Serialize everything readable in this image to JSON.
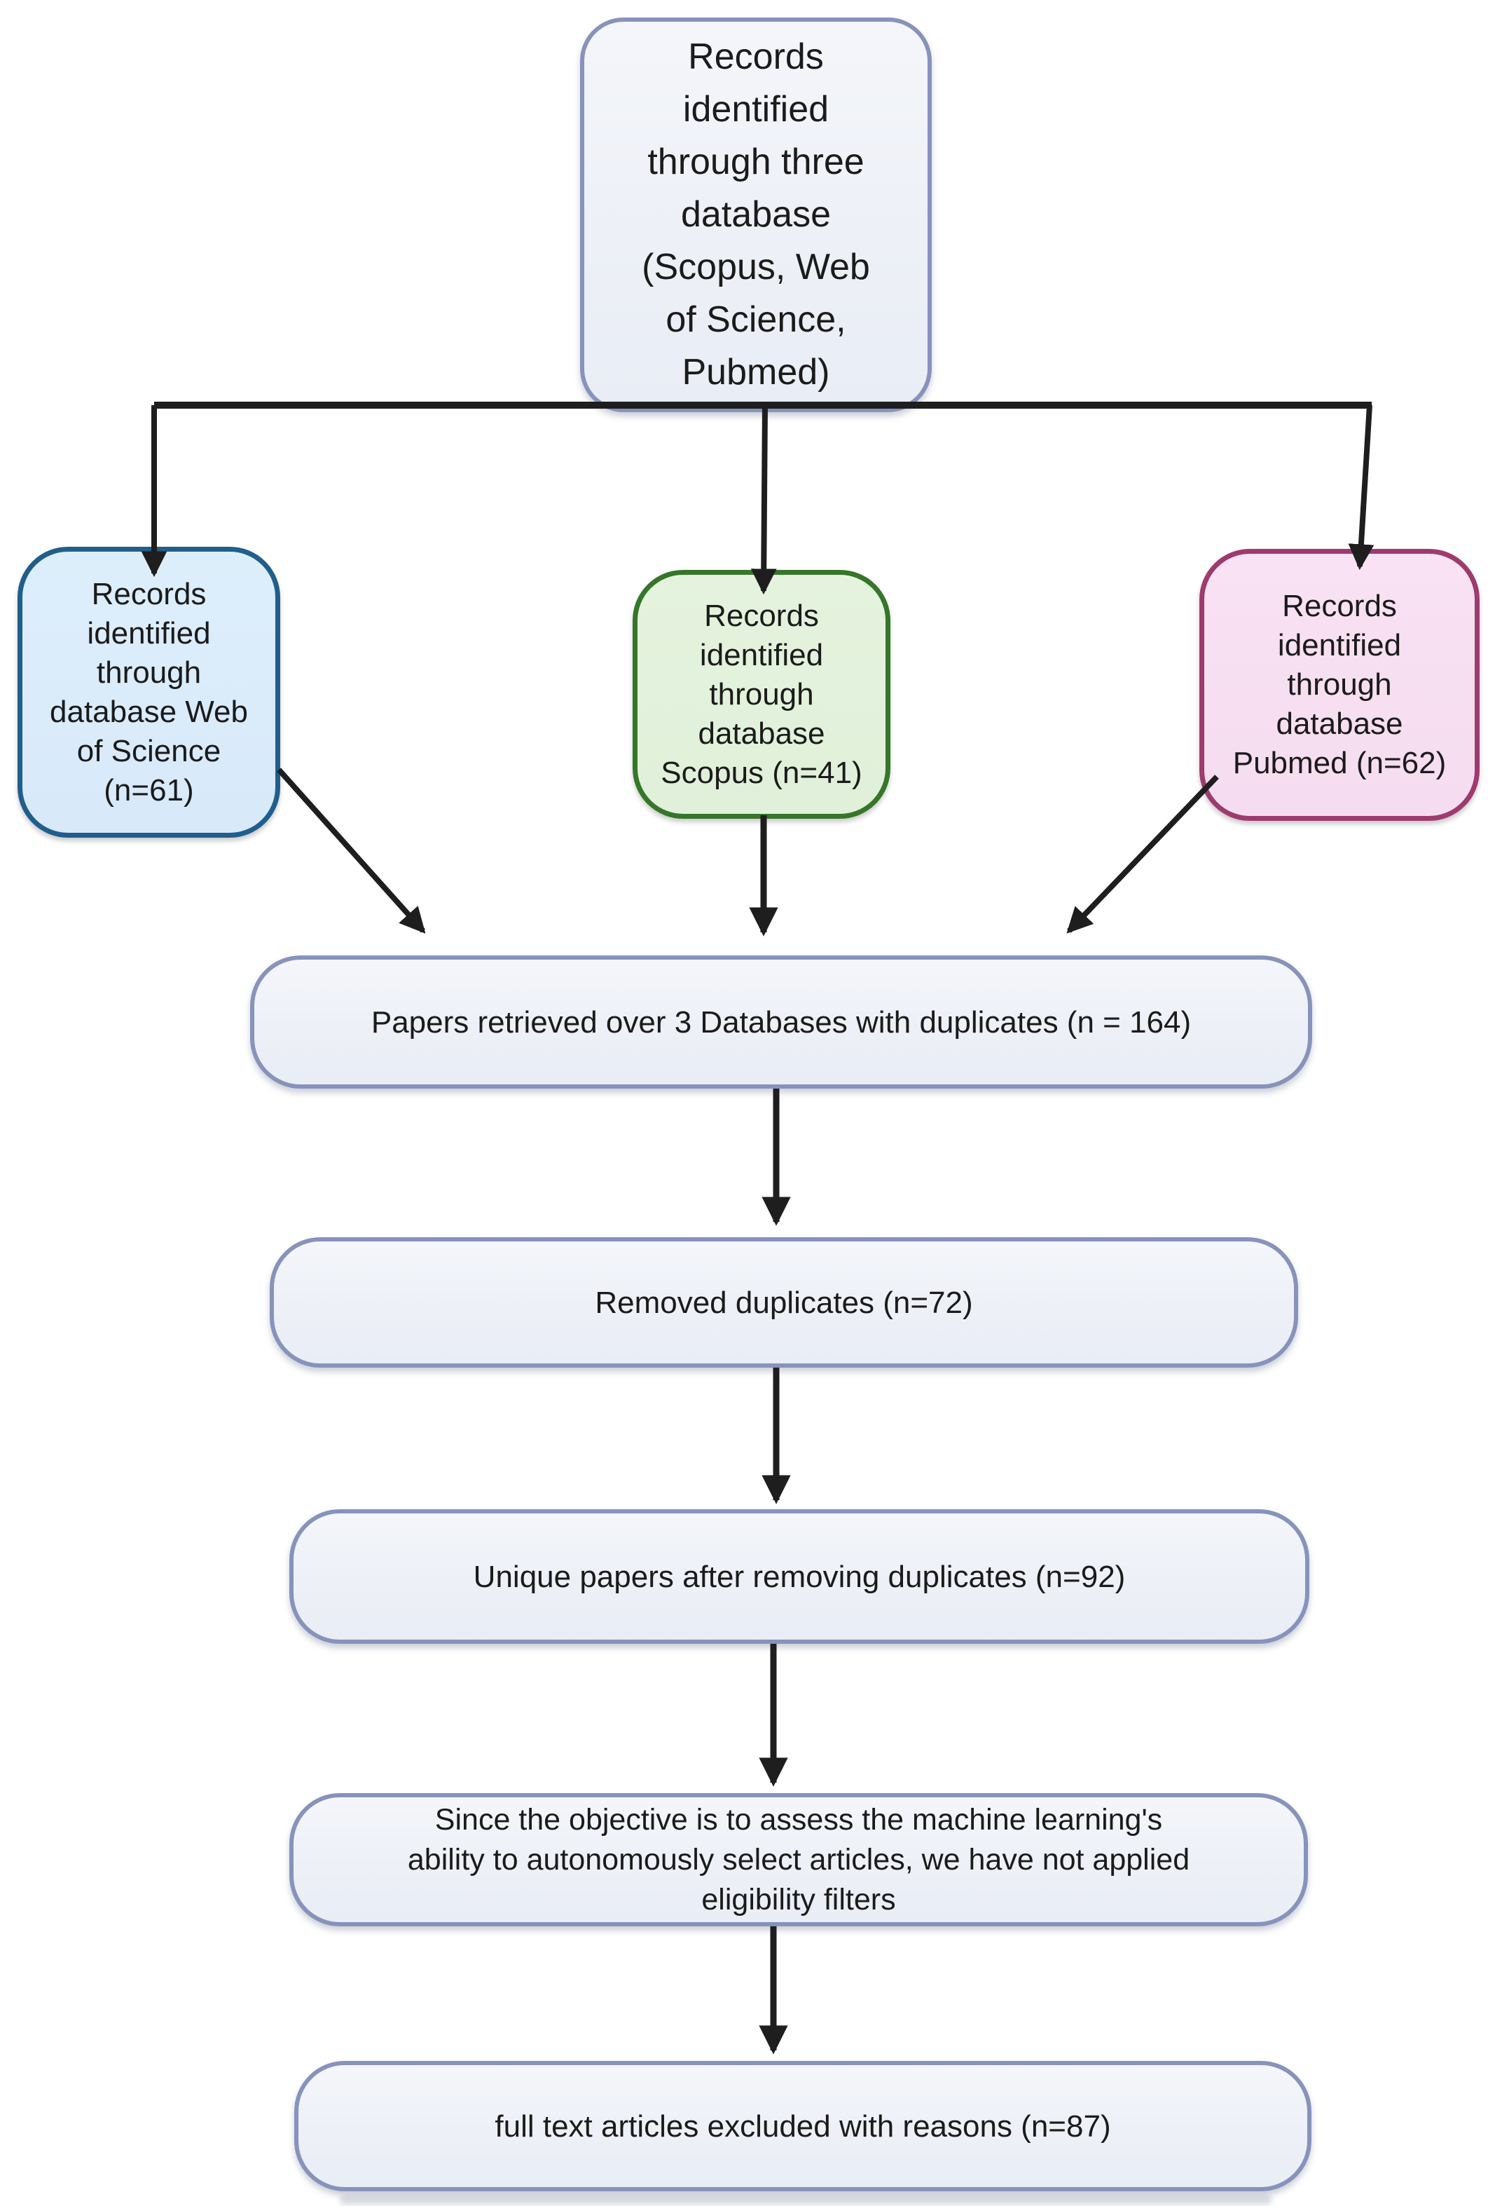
{
  "figure": {
    "type": "flowchart",
    "nodes": {
      "identified_all": {
        "text": "Records\nidentified\nthrough three\ndatabase\n(Scopus, Web\nof Science,\nPubmed)",
        "fill": "#eff2f8",
        "border": "#8693bb"
      },
      "web_of_science": {
        "text": "Records\nidentified\nthrough\ndatabase Web\nof Science\n(n=61)",
        "n": 61,
        "fill": "#d8e9fa",
        "border": "#205e8c"
      },
      "scopus": {
        "text": "Records\nidentified\nthrough\ndatabase\nScopus (n=41)",
        "n": 41,
        "fill": "#e0f0d9",
        "border": "#357629"
      },
      "pubmed": {
        "text": "Records\nidentified\nthrough\ndatabase\nPubmed (n=62)",
        "n": 62,
        "fill": "#f6dcf0",
        "border": "#9e3b6e"
      },
      "retrieved_with_duplicates": {
        "text": "Papers retrieved over 3 Databases with duplicates (n = 164)",
        "n": 164,
        "fill": "#eff2f8",
        "border": "#8693bb"
      },
      "removed_duplicates": {
        "text": "Removed duplicates (n=72)",
        "n": 72,
        "fill": "#eff2f8",
        "border": "#8693bb"
      },
      "unique_papers": {
        "text": "Unique papers after removing duplicates (n=92)",
        "n": 92,
        "fill": "#eff2f8",
        "border": "#8693bb"
      },
      "no_eligibility_filters": {
        "text": "Since the objective is to assess the machine learning's\nability to autonomously select articles, we have not applied\neligibility filters",
        "fill": "#eff2f8",
        "border": "#8693bb"
      },
      "full_text_excluded": {
        "text": "full text articles excluded with reasons (n=87)",
        "n": 87,
        "fill": "#eff2f8",
        "border": "#8693bb"
      }
    },
    "palette": {
      "arrow": "#1e1e1e",
      "text": "#1b1b1b",
      "background": "#ffffff"
    }
  }
}
